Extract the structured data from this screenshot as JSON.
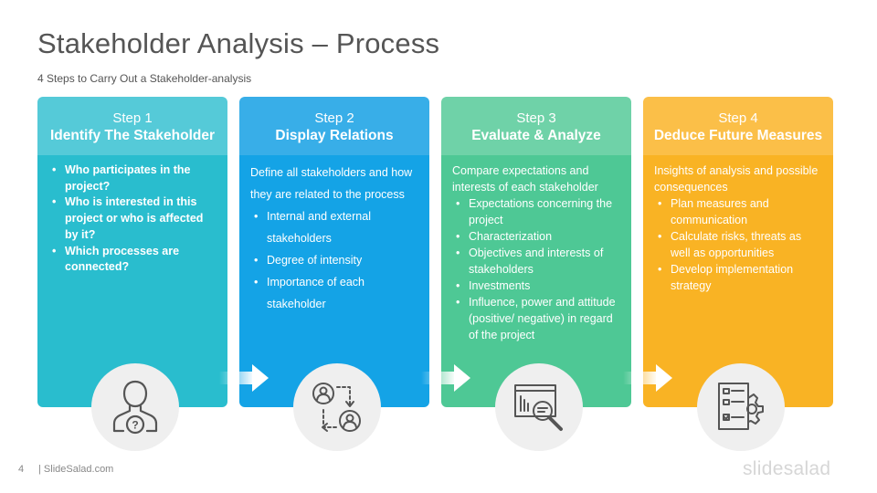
{
  "title": "Stakeholder Analysis – Process",
  "subtitle": "4 Steps to Carry Out a Stakeholder-analysis",
  "colors": {
    "step1_head": "#55cad8",
    "step1_body": "#29bdce",
    "step2_head": "#38aee8",
    "step2_body": "#14a3e6",
    "step3_head": "#6fd2a8",
    "step3_body": "#4ec895",
    "step4_head": "#fbbf48",
    "step4_body": "#f9b324"
  },
  "steps": [
    {
      "step": "Step 1",
      "name": "Identify The Stakeholder",
      "intro": "",
      "bullets": [
        "Who participates in the project?",
        "Who is interested in this project or who is affected by it?",
        "Which processes are connected?"
      ],
      "icon": "person-question-icon"
    },
    {
      "step": "Step 2",
      "name": "Display Relations",
      "intro": "Define all stakeholders and how they are related to the process",
      "bullets": [
        "Internal and external stakeholders",
        "Degree of intensity",
        "Importance of each stakeholder"
      ],
      "icon": "relations-icon"
    },
    {
      "step": "Step 3",
      "name": "Evaluate & Analyze",
      "intro": "Compare expectations and interests of each stakeholder",
      "bullets": [
        "Expectations concerning the project",
        "Characterization",
        "Objectives and interests of stakeholders",
        "Investments",
        "Influence, power and attitude (positive/ negative) in regard of the project"
      ],
      "icon": "analysis-magnifier-icon"
    },
    {
      "step": "Step 4",
      "name": "Deduce Future Measures",
      "intro": "Insights of analysis and possible consequences",
      "bullets": [
        "Plan measures and communication",
        "Calculate risks, threats as well as opportunities",
        "Develop implementation strategy"
      ],
      "icon": "checklist-gear-icon"
    }
  ],
  "footer": {
    "page_number": "4",
    "site": "| SlideSalad.com",
    "brand": "slidesalad"
  }
}
